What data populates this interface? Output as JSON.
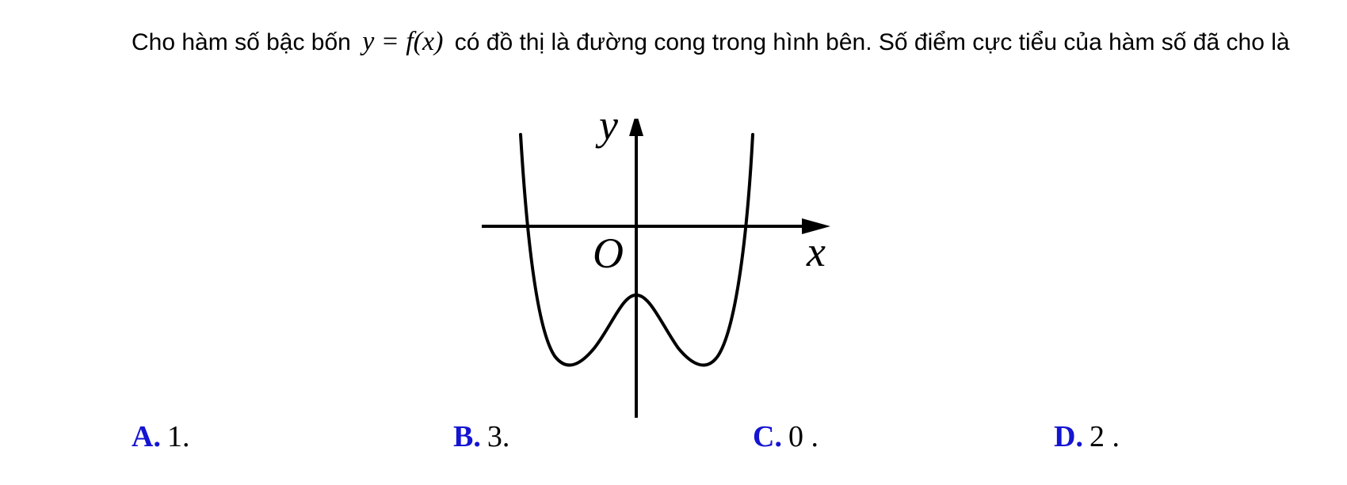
{
  "question": {
    "text_before": "Cho hàm số bậc bốn",
    "math": "y = f(x)",
    "text_after": "có đồ thị là đường cong trong hình bên. Số điểm cực tiểu của hàm số đã cho là"
  },
  "figure": {
    "y_label": "y",
    "x_label": "x",
    "origin_label": "O"
  },
  "answers": [
    {
      "letter": "A.",
      "value": "1."
    },
    {
      "letter": "B.",
      "value": "3."
    },
    {
      "letter": "C.",
      "value": "0 ."
    },
    {
      "letter": "D.",
      "value": "2 ."
    }
  ],
  "colors": {
    "answer_letter": "#1414d2",
    "text": "#000000"
  }
}
